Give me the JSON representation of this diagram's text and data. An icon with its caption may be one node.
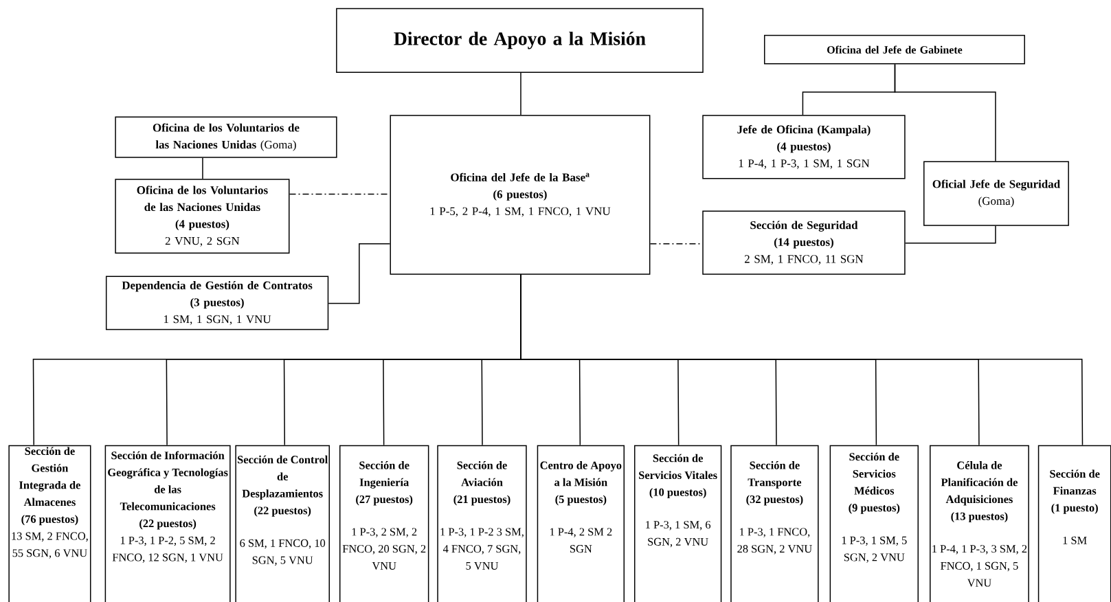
{
  "diagram": {
    "nodes": [
      {
        "text": [
          "Director de Apoyo a la Misión"
        ]
      },
      {
        "text": [
          "Oficina del Jefe de Gabinete"
        ]
      },
      {
        "text": [
          "**Oficina de los Voluntarios de las Naciones Unidas** (Goma)"
        ]
      },
      {
        "text": [
          "Oficina del Jefe de la Base$^{a}$",
          "(6 puestos)",
          "1 P-5, 2 P-4, 1 SM, 1 FNCO, 1 VNU"
        ]
      },
      {
        "text": [
          "Jefe de Oficina (Kampala)",
          "(4 puestos)",
          "1 P-4, 1 P-3, 1 SM, 1 SGN"
        ]
      },
      {
        "text": [
          "Oficina de los Voluntarios de las Naciones Unidas",
          "(4 puestos)",
          "2 VNU, 2 SGN"
        ]
      },
      {
        "text": [
          "Oficial Jefe de Seguridad",
          "(Goma)"
        ]
      },
      {
        "text": [
          "Sección de Seguridad",
          "(14 puestos)",
          "2 SM, 1 FNCO, 11 SGN"
        ]
      },
      {
        "text": [
          "Dependencia de Gestión de Contratos",
          "(3 puestos)",
          "1 SM, 1 SGN, 1 VNU"
        ]
      },
      {
        "text": [
          "Sección de Gestión Integrada de Almacenes",
          "(76 puestos)",
          "13 SM, 2 FNCO, 55 SGN, 6 VNU"
        ]
      },
      {
        "text": [
          "Sección de Información Geográfica y Tecnologías de las Telecomunicaciones",
          "(22 puestos)",
          "1 P-3, 1 P-2, 5 SM, 2 FNCO, 12 SGN, 1 VNU"
        ]
      },
      {
        "text": [
          "Sección de Control de Desplazamientos",
          "(22 puestos)",
          "6 SM, 1 FNCO, 10 SGN, 5 VNU"
        ]
      },
      {
        "text": [
          "Sección de Ingeniería",
          "(27 puestos)",
          "1 P-3, 2 SM, 2 FNCO, 20 SGN, 2 VNU"
        ]
      },
      {
        "text": [
          "Sección de Aviación",
          "(21 puestos)",
          "1 P-3, 1 P-2 3 SM, 4 FNCO, 7 SGN, 5 VNU"
        ]
      },
      {
        "text": [
          "Centro de Apoyo a la Misión",
          "(5 puestos)",
          "1 P-4, 2 SM 2 SGN"
        ]
      },
      {
        "text": [
          "Sección de Servicios Vitales",
          "(10 puestos)",
          "1 P-3, 1 SM, 6 SGN, 2 VNU"
        ]
      },
      {
        "text": [
          "Sección de Transporte",
          "(32 puestos)",
          "1 P-3, 1 FNCO, 28 SGN, 2 VNU"
        ]
      },
      {
        "text": [
          "Sección de Servicios Médicos",
          "(9 puestos)",
          "1 P-3, 1 SM, 5 SGN, 2 VNU"
        ]
      },
      {
        "text": [
          "Célula de Planificación de Adquisiciones",
          "(13 puestos)",
          "1 P-4, 1 P-3, 3 SM, 2 FNCO, 1 SGN, 5 VNU"
        ]
      },
      {
        "text": [
          "Sección de Finanzas",
          "(1 puesto)",
          "1 SM"
        ]
      }
    ],
    "edges": [
      {
        "from": 0,
        "to": 3,
        "arrow": "none"
      },
      {
        "from": 1,
        "to": 4,
        "arrow": "none"
      },
      {
        "from": 1,
        "to": 6,
        "arrow": "none"
      },
      {
        "from": 2,
        "to": 5,
        "arrow": "none"
      },
      {
        "from": 5,
        "to": 3,
        "arrow": "none",
        "style": "dashed"
      },
      {
        "from": 8,
        "to": 3,
        "arrow": "none"
      },
      {
        "from": 3,
        "to": 7,
        "arrow": "none",
        "style": "dashed"
      },
      {
        "from": 6,
        "to": 7,
        "arrow": "none"
      },
      {
        "from": 3,
        "to": 9,
        "arrow": "none"
      },
      {
        "from": 3,
        "to": 10,
        "arrow": "none"
      },
      {
        "from": 3,
        "to": 11,
        "arrow": "none"
      },
      {
        "from": 3,
        "to": 12,
        "arrow": "none"
      },
      {
        "from": 3,
        "to": 13,
        "arrow": "none"
      },
      {
        "from": 3,
        "to": 14,
        "arrow": "none"
      },
      {
        "from": 3,
        "to": 15,
        "arrow": "none"
      },
      {
        "from": 3,
        "to": 16,
        "arrow": "none"
      },
      {
        "from": 3,
        "to": 17,
        "arrow": "none"
      },
      {
        "from": 3,
        "to": 18,
        "arrow": "none"
      },
      {
        "from": 3,
        "to": 19,
        "arrow": "none"
      }
    ]
  }
}
